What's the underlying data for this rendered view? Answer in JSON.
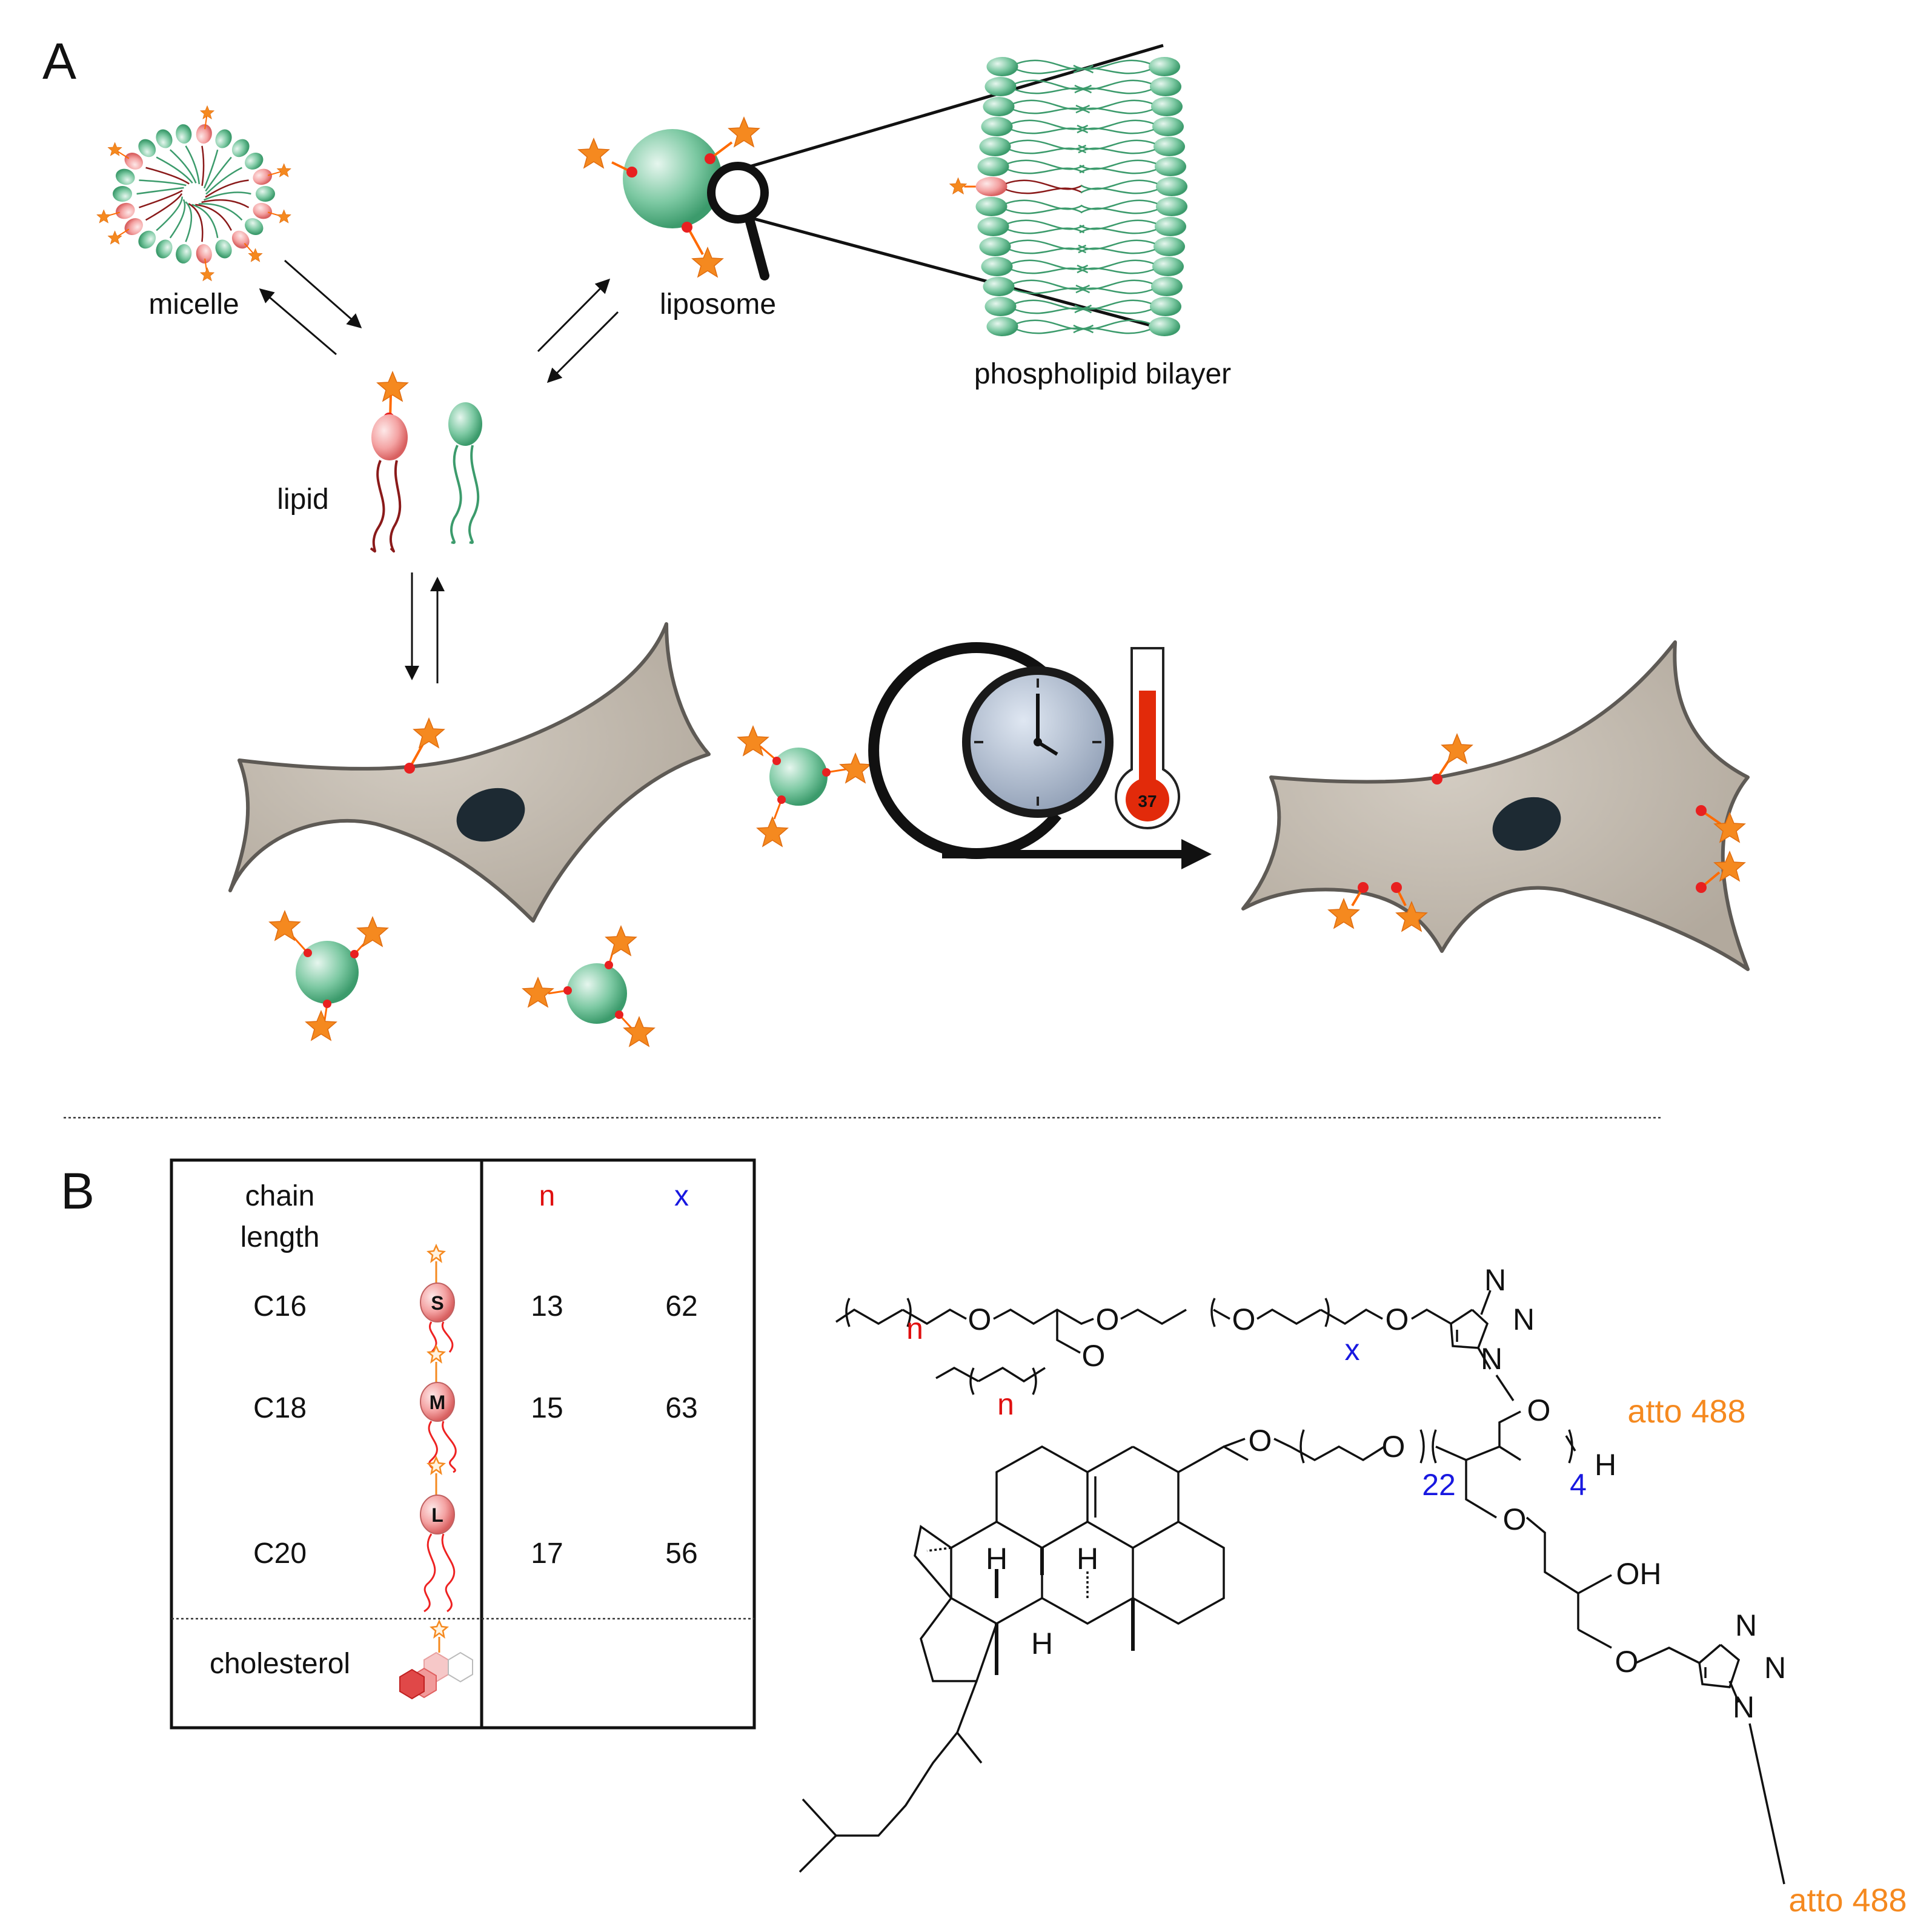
{
  "panel_a": {
    "label": "A",
    "micelle_label": "micelle",
    "liposome_label": "liposome",
    "bilayer_label": "phospholipid bilayer",
    "lipid_label": "lipid",
    "thermometer_value": "37"
  },
  "panel_b": {
    "label": "B",
    "table": {
      "header_chain": "chain",
      "header_length": "length",
      "header_n": "n",
      "header_x": "x",
      "rows": [
        {
          "chain": "C16",
          "icon": "S",
          "n": "13",
          "x": "62"
        },
        {
          "chain": "C18",
          "icon": "M",
          "n": "15",
          "x": "63"
        },
        {
          "chain": "C20",
          "icon": "L",
          "n": "17",
          "x": "56"
        }
      ],
      "cholesterol": "cholesterol"
    },
    "structure_top": {
      "n": "n",
      "x": "x",
      "o": "O",
      "n_atom": "N",
      "dye": "atto 488"
    },
    "structure_bottom": {
      "o": "O",
      "h": "H",
      "oh": "OH",
      "n_atom": "N",
      "peg": "22",
      "glycerol": "4",
      "dye": "atto 488"
    }
  },
  "colors": {
    "star": "#f5891f",
    "anchor": "#e82020",
    "lipid_green": "#7cc6a2",
    "lipid_red": "#f1a0a0",
    "cell": "#c4bcaf",
    "nucleus": "#1d2a33",
    "n_red": "#e01010",
    "x_blue": "#1818e0",
    "dye_orange": "#f5891f"
  }
}
